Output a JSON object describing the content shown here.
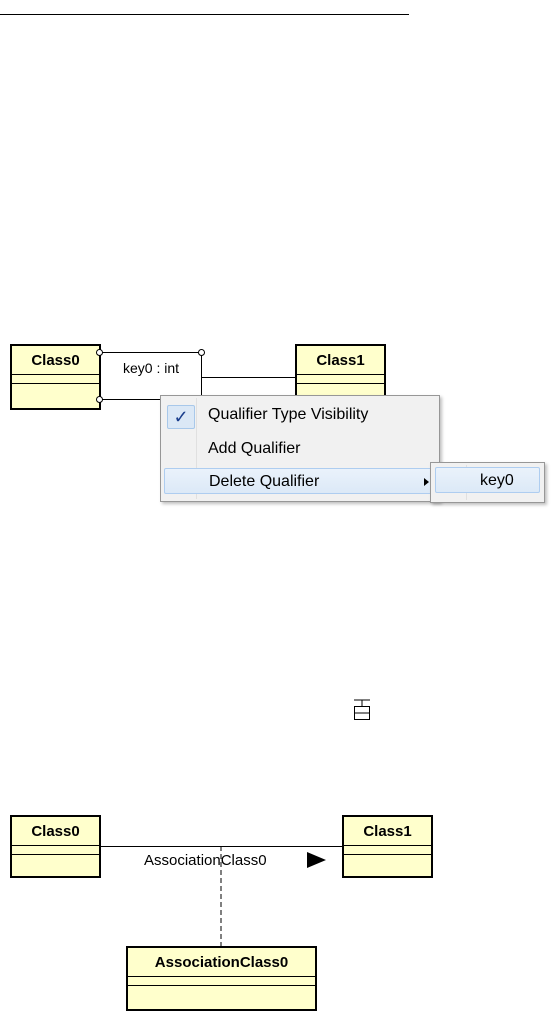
{
  "diagram1": {
    "class0": "Class0",
    "class1": "Class1",
    "qualifier": "key0 : int"
  },
  "context_menu": {
    "items": [
      {
        "label": "Qualifier Type Visibility",
        "checked": true
      },
      {
        "label": "Add Qualifier"
      },
      {
        "label": "Delete Qualifier",
        "has_submenu": true
      }
    ],
    "submenu": {
      "items": [
        {
          "label": "key0"
        }
      ]
    }
  },
  "toolbar_icon": "insert-row-icon",
  "diagram2": {
    "class0": "Class0",
    "class1": "Class1",
    "association_name": "AssociationClass0",
    "association_class": "AssociationClass0",
    "direction_icon": "right-triangle-icon"
  }
}
